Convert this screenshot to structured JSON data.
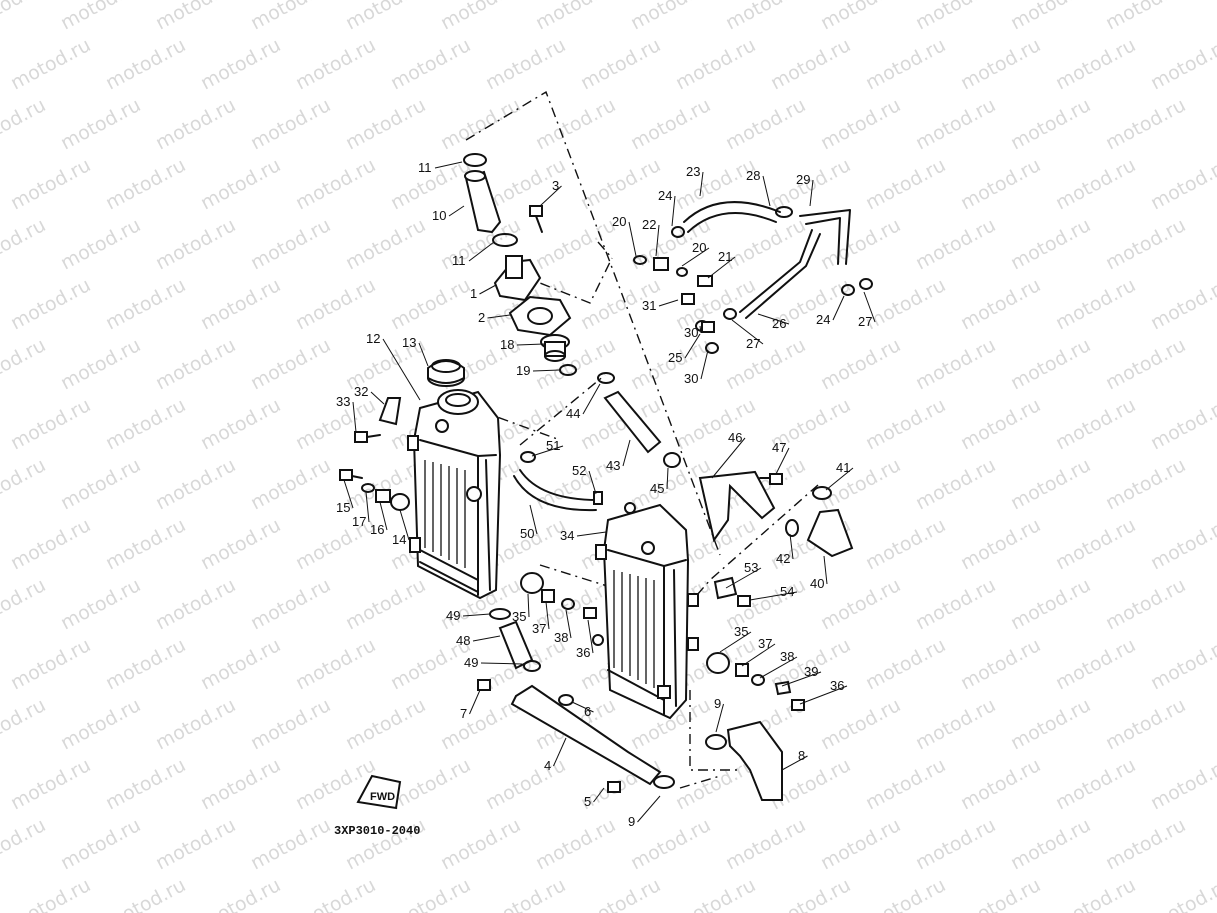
{
  "watermark": {
    "text": "motod.ru"
  },
  "diagram_code": "3XP3010-2040",
  "fwd_label": "FWD",
  "callouts": [
    {
      "n": "11"
    },
    {
      "n": "10"
    },
    {
      "n": "3"
    },
    {
      "n": "11"
    },
    {
      "n": "1"
    },
    {
      "n": "2"
    },
    {
      "n": "18"
    },
    {
      "n": "19"
    },
    {
      "n": "12"
    },
    {
      "n": "13"
    },
    {
      "n": "32"
    },
    {
      "n": "33"
    },
    {
      "n": "51"
    },
    {
      "n": "44"
    },
    {
      "n": "43"
    },
    {
      "n": "52"
    },
    {
      "n": "15"
    },
    {
      "n": "17"
    },
    {
      "n": "16"
    },
    {
      "n": "14"
    },
    {
      "n": "50"
    },
    {
      "n": "34"
    },
    {
      "n": "45"
    },
    {
      "n": "46"
    },
    {
      "n": "47"
    },
    {
      "n": "41"
    },
    {
      "n": "42"
    },
    {
      "n": "40"
    },
    {
      "n": "53"
    },
    {
      "n": "54"
    },
    {
      "n": "49"
    },
    {
      "n": "35"
    },
    {
      "n": "37"
    },
    {
      "n": "38"
    },
    {
      "n": "36"
    },
    {
      "n": "48"
    },
    {
      "n": "49"
    },
    {
      "n": "35"
    },
    {
      "n": "37"
    },
    {
      "n": "38"
    },
    {
      "n": "39"
    },
    {
      "n": "36"
    },
    {
      "n": "7"
    },
    {
      "n": "6"
    },
    {
      "n": "4"
    },
    {
      "n": "9"
    },
    {
      "n": "8"
    },
    {
      "n": "5"
    },
    {
      "n": "9"
    },
    {
      "n": "20"
    },
    {
      "n": "22"
    },
    {
      "n": "24"
    },
    {
      "n": "23"
    },
    {
      "n": "28"
    },
    {
      "n": "29"
    },
    {
      "n": "20"
    },
    {
      "n": "21"
    },
    {
      "n": "31"
    },
    {
      "n": "30"
    },
    {
      "n": "25"
    },
    {
      "n": "27"
    },
    {
      "n": "26"
    },
    {
      "n": "24"
    },
    {
      "n": "27"
    },
    {
      "n": "30"
    }
  ]
}
